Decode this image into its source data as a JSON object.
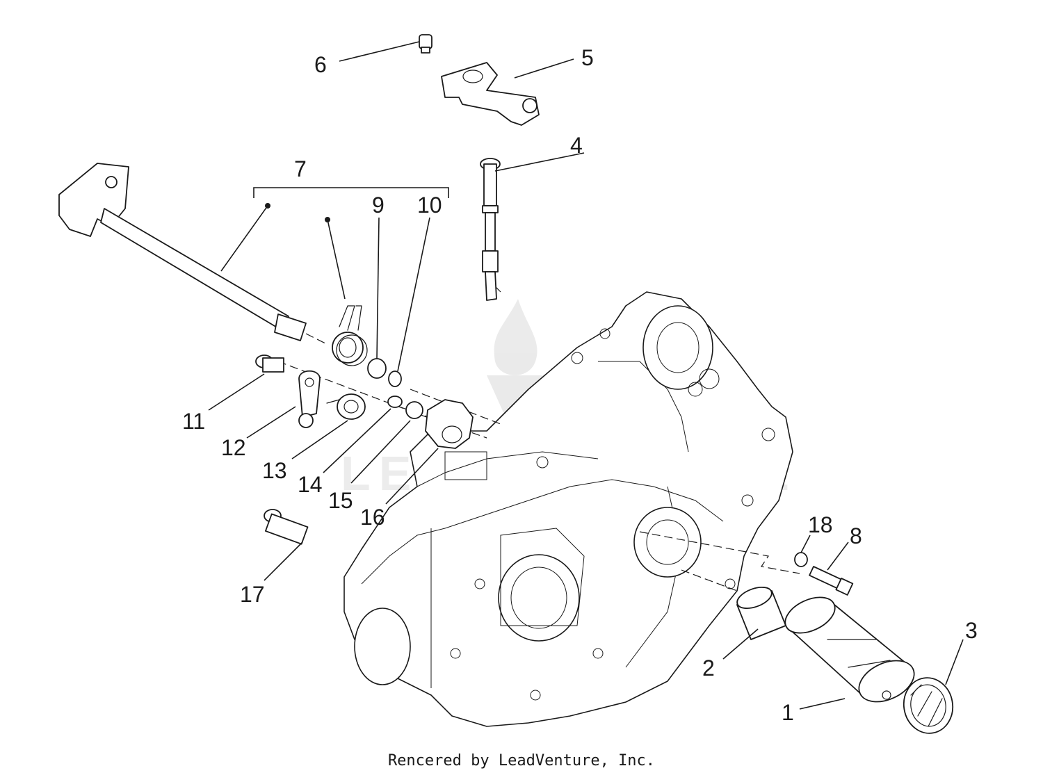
{
  "callouts": [
    "1",
    "2",
    "3",
    "4",
    "5",
    "6",
    "7",
    "8",
    "9",
    "10",
    "11",
    "12",
    "13",
    "14",
    "15",
    "16",
    "17",
    "18"
  ],
  "watermark": "LEADVENTURE",
  "footer": "Rencered by LeadVenture, Inc."
}
